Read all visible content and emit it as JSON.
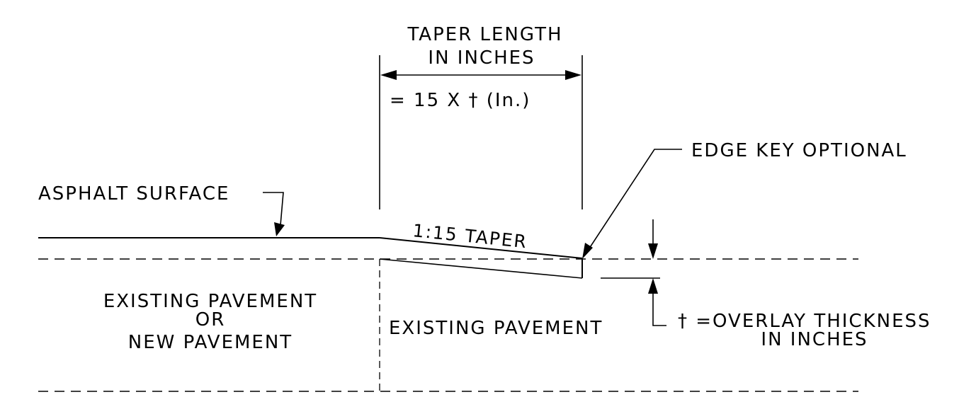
{
  "taper_length": {
    "line1": "TAPER LENGTH",
    "line2": "IN INCHES",
    "formula": "= 15 X † (In.)"
  },
  "labels": {
    "edge_key": "EDGE KEY OPTIONAL",
    "asphalt_surface": "ASPHALT SURFACE",
    "taper_ratio": "1:15 TAPER",
    "existing_left_1": "EXISTING PAVEMENT",
    "existing_left_2": "OR",
    "existing_left_3": "NEW PAVEMENT",
    "existing_right": "EXISTING PAVEMENT",
    "overlay_1": "† =OVERLAY THICKNESS",
    "overlay_2": "IN INCHES"
  }
}
